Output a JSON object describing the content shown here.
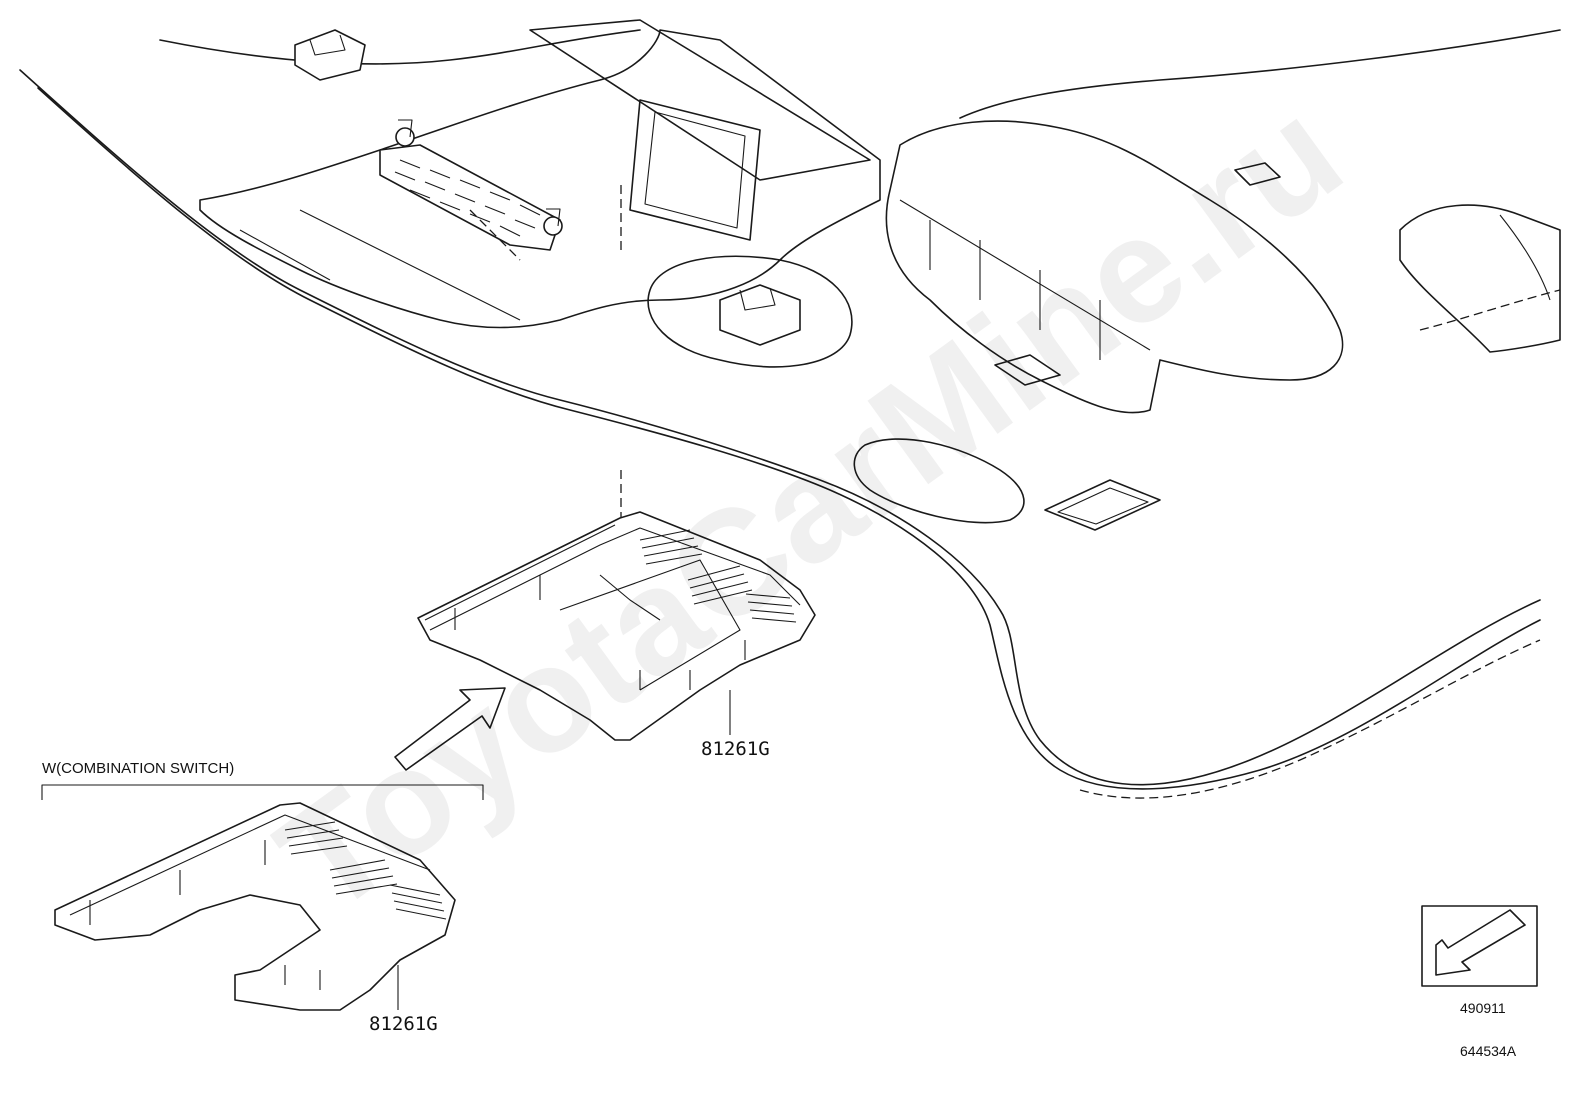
{
  "labels": {
    "part_main": "81261G",
    "part_variant": "81261G",
    "variant_caption": "W(COMBINATION SWITCH)",
    "ref_icon_code": "490911",
    "figure_id": "644534A"
  },
  "watermark": "ToyotaCarMine.ru",
  "colors": {
    "line": "#1a1a1a",
    "background": "#ffffff"
  },
  "icons": {
    "direction_box": "front-direction-arrow-icon",
    "pointer": "arrow-pointer-icon"
  }
}
